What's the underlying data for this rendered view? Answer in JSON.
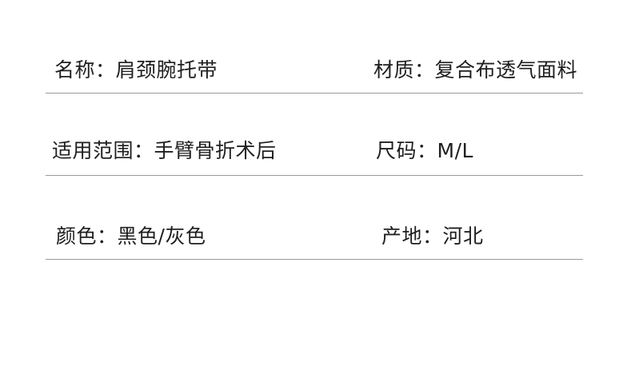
{
  "spec": {
    "rows": [
      {
        "left": {
          "label": "名称：",
          "value": "肩颈腕托带"
        },
        "right": {
          "label": "材质：",
          "value": "复合布透气面料"
        }
      },
      {
        "left": {
          "label": "适用范围：",
          "value": "手臂骨折术后"
        },
        "right": {
          "label": "尺码：",
          "value": "M/L"
        }
      },
      {
        "left": {
          "label": "颜色：",
          "value": "黑色/灰色"
        },
        "right": {
          "label": "产地：",
          "value": "河北"
        }
      }
    ]
  },
  "colors": {
    "background": "#ffffff",
    "text": "#1f1f1f",
    "divider": "#9a9a9a"
  }
}
